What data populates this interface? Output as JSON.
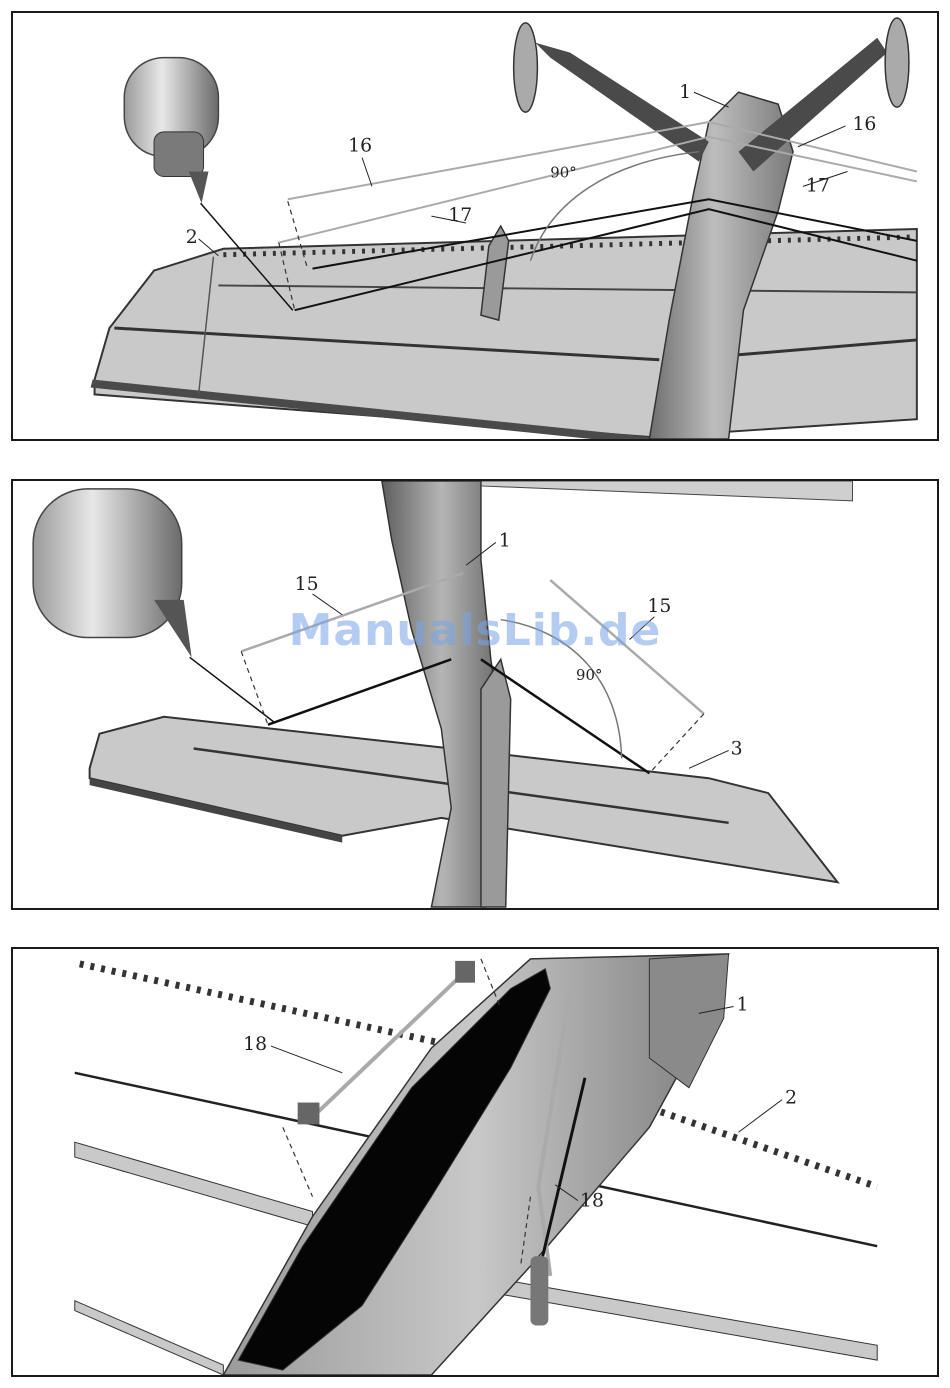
{
  "panels": [
    {
      "callouts": {
        "c1": "1",
        "c2": "2",
        "c16a": "16",
        "c16b": "16",
        "c17a": "17",
        "c17b": "17"
      },
      "angle_label": "90°"
    },
    {
      "callouts": {
        "c1": "1",
        "c3": "3",
        "c15a": "15",
        "c15b": "15"
      },
      "angle_label": "90°"
    },
    {
      "callouts": {
        "c1": "1",
        "c2": "2",
        "c18a": "18",
        "c18b": "18"
      }
    }
  ],
  "watermark": "ManualsLib.de",
  "colors": {
    "wing_fill": "#c8c8c8",
    "wing_dark": "#555555",
    "fuselage": "#8e8e8e",
    "line": "#222222",
    "canopy": "#050505",
    "watermark": "#7aa4e8"
  }
}
